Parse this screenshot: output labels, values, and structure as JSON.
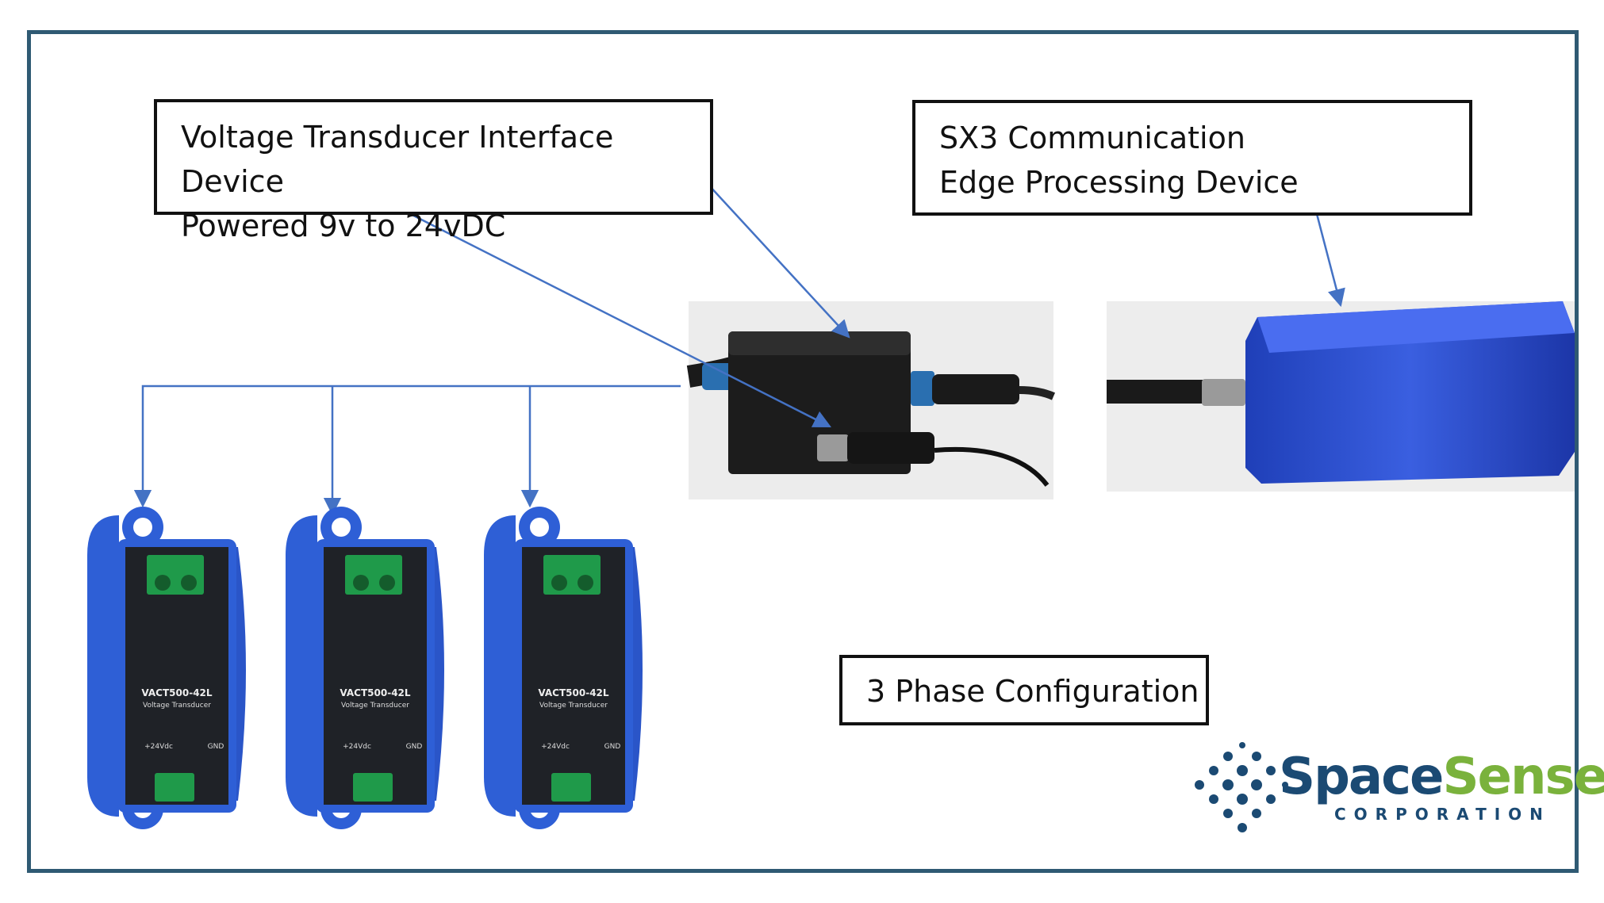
{
  "callouts": {
    "interface": {
      "line1": "Voltage Transducer Interface Device",
      "line2": "Powered 9v to 24vDC"
    },
    "sx3": {
      "line1": "SX3 Communication",
      "line2": "Edge Processing Device"
    },
    "phase": {
      "label": "3 Phase Configuration"
    }
  },
  "transducers": [
    {
      "model": "VACT500-42L",
      "subtitle": "Voltage Transducer",
      "supply": "+24Vdc",
      "gnd": "GND"
    },
    {
      "model": "VACT500-42L",
      "subtitle": "Voltage Transducer",
      "supply": "+24Vdc",
      "gnd": "GND"
    },
    {
      "model": "VACT500-42L",
      "subtitle": "Voltage Transducer",
      "supply": "+24Vdc",
      "gnd": "GND"
    }
  ],
  "logo": {
    "word_a": "Space",
    "word_b": "Sense",
    "sub": "CORPORATION"
  },
  "colors": {
    "frame": "#2f5a73",
    "arrow": "#4472c4",
    "device_blue": "#2c4fd0",
    "logo_blue": "#1b4a73",
    "logo_green": "#7ab23c"
  }
}
